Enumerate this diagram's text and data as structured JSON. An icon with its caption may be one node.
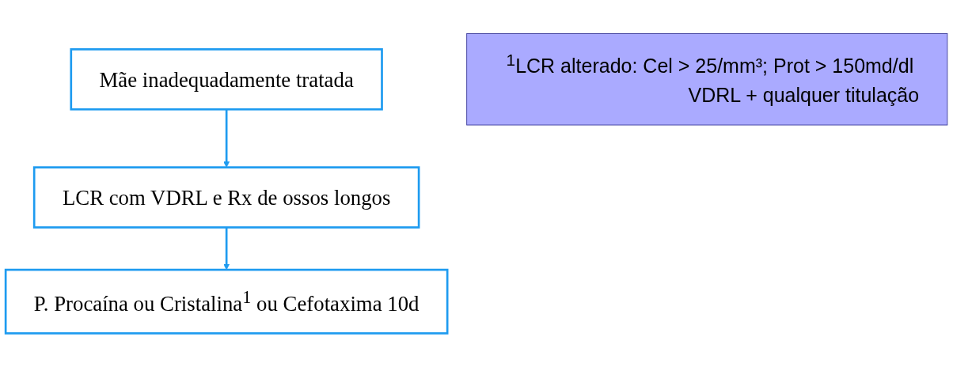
{
  "diagram": {
    "nodes": [
      {
        "text": [
          "Mãe inadequadamente tratada"
        ]
      },
      {
        "text": [
          "LCR com VDRL e Rx de ossos longos"
        ]
      },
      {
        "text": [
          "P. Procaína ou Cristalina$^{1}$ ou Cefotaxima 10d"
        ]
      },
      {
        "text": [
          "$^{1}$LCR alterado: Cel > 25/mm³; Prot > 150md/dl VDRL + qualquer titulação"
        ]
      }
    ],
    "edges": [
      {
        "from": 0,
        "to": 1,
        "arrow": "to"
      },
      {
        "from": 1,
        "to": 2,
        "arrow": "to"
      }
    ]
  }
}
